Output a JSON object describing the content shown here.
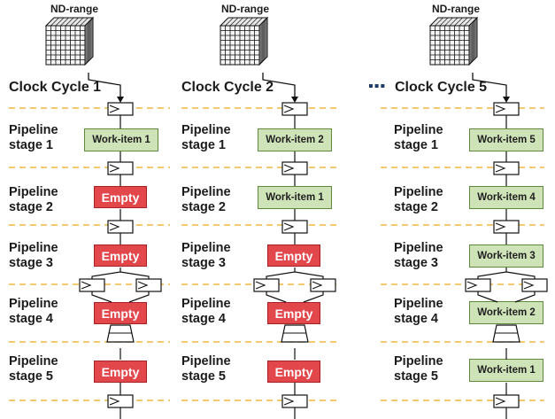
{
  "columns": [
    {
      "nd_label": "ND-range",
      "clock_label": "Clock Cycle 1",
      "stages": [
        {
          "label_line1": "Pipeline",
          "label_line2": "stage 1",
          "box_text": "Work-item 1",
          "box_kind": "work-item"
        },
        {
          "label_line1": "Pipeline",
          "label_line2": "stage 2",
          "box_text": "Empty",
          "box_kind": "empty"
        },
        {
          "label_line1": "Pipeline",
          "label_line2": "stage 3",
          "box_text": "Empty",
          "box_kind": "empty"
        },
        {
          "label_line1": "Pipeline",
          "label_line2": "stage 4",
          "box_text": "Empty",
          "box_kind": "empty"
        },
        {
          "label_line1": "Pipeline",
          "label_line2": "stage 5",
          "box_text": "Empty",
          "box_kind": "empty"
        }
      ]
    },
    {
      "nd_label": "ND-range",
      "clock_label": "Clock Cycle 2",
      "stages": [
        {
          "label_line1": "Pipeline",
          "label_line2": "stage 1",
          "box_text": "Work-item 2",
          "box_kind": "work-item"
        },
        {
          "label_line1": "Pipeline",
          "label_line2": "stage 2",
          "box_text": "Work-item 1",
          "box_kind": "work-item"
        },
        {
          "label_line1": "Pipeline",
          "label_line2": "stage 3",
          "box_text": "Empty",
          "box_kind": "empty"
        },
        {
          "label_line1": "Pipeline",
          "label_line2": "stage 4",
          "box_text": "Empty",
          "box_kind": "empty"
        },
        {
          "label_line1": "Pipeline",
          "label_line2": "stage 5",
          "box_text": "Empty",
          "box_kind": "empty"
        }
      ]
    },
    {
      "nd_label": "ND-range",
      "clock_label": "Clock Cycle 5",
      "ellipsis": "▪▪▪",
      "stages": [
        {
          "label_line1": "Pipeline",
          "label_line2": "stage 1",
          "box_text": "Work-item 5",
          "box_kind": "work-item"
        },
        {
          "label_line1": "Pipeline",
          "label_line2": "stage 2",
          "box_text": "Work-item 4",
          "box_kind": "work-item"
        },
        {
          "label_line1": "Pipeline",
          "label_line2": "stage 3",
          "box_text": "Work-item 3",
          "box_kind": "work-item"
        },
        {
          "label_line1": "Pipeline",
          "label_line2": "stage 4",
          "box_text": "Work-item 2",
          "box_kind": "work-item"
        },
        {
          "label_line1": "Pipeline",
          "label_line2": "stage 5",
          "box_text": "Work-item 1",
          "box_kind": "work-item"
        }
      ]
    }
  ],
  "colors": {
    "work_item_fill": "#cfe3b8",
    "work_item_border": "#5f8a3c",
    "empty_fill": "#e2474c",
    "empty_border": "#a72025",
    "clock_line": "#f2b740",
    "ellipsis": "#1b3a6b"
  },
  "icons": [
    "cube-icon",
    "register-icon",
    "arrow-icon"
  ]
}
